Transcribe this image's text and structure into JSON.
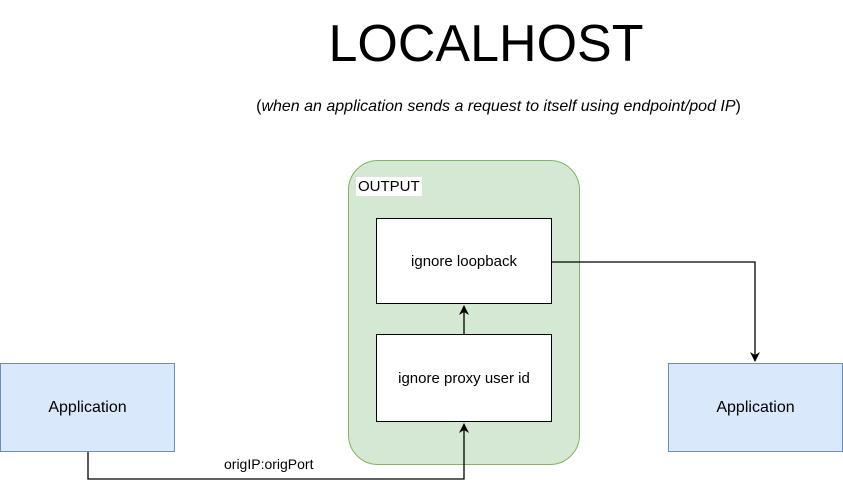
{
  "title": "LOCALHOST",
  "subtitle": {
    "open": "(",
    "italic": "when an application sends a request to itself using endpoint/pod IP",
    "close": ")"
  },
  "group": {
    "label": "OUTPUT"
  },
  "nodes": {
    "ignore_loopback": "ignore loopback",
    "ignore_proxy_user_id": "ignore proxy user id",
    "application_left": "Application",
    "application_right": "Application"
  },
  "edges": {
    "orig_label": "origIP:origPort"
  },
  "colors": {
    "group_fill": "#d5e8d4",
    "group_stroke": "#82b366",
    "app_fill": "#dae8fc",
    "app_stroke": "#6c8ebf"
  }
}
